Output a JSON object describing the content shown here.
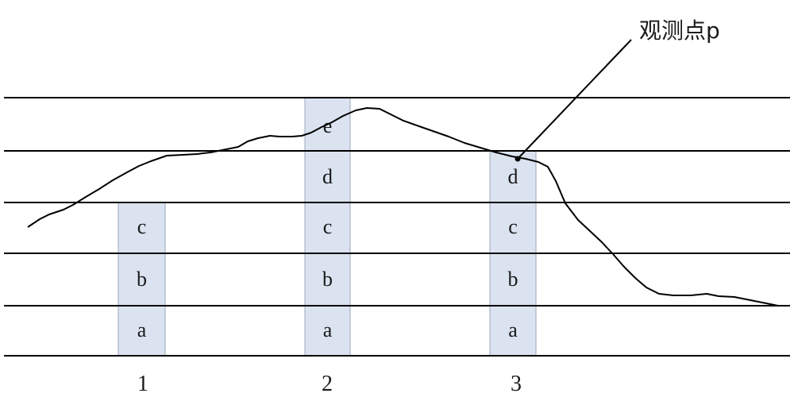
{
  "diagram": {
    "columns": [
      {
        "number": "1",
        "cells": [
          "a",
          "b",
          "c"
        ]
      },
      {
        "number": "2",
        "cells": [
          "a",
          "b",
          "c",
          "d",
          "e"
        ]
      },
      {
        "number": "3",
        "cells": [
          "a",
          "b",
          "c",
          "d"
        ]
      }
    ],
    "callout": {
      "label": "观测点p"
    },
    "colors": {
      "line": "#000000",
      "column_fill": "#dbe3f0",
      "column_stroke": "#9aa7bd"
    }
  }
}
